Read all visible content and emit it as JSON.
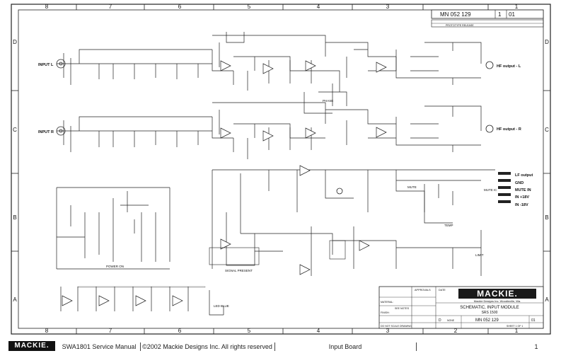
{
  "sheet": {
    "doc_number": "MN 052 129",
    "sheet_no": "1",
    "rev": "01",
    "revision_note": "PROTOTYPE RELEASE",
    "grid_cols": [
      "8",
      "7",
      "6",
      "5",
      "4",
      "3",
      "2",
      "1"
    ],
    "grid_rows": [
      "D",
      "C",
      "B",
      "A"
    ]
  },
  "inputs": {
    "left": "INPUT L",
    "right": "INPUT R"
  },
  "outputs": {
    "hf_left": "HF output - L",
    "hf_right": "HF output - R",
    "lf": "LF output",
    "gnd": "GND",
    "mute_in": "MUTE IN",
    "in_pos": "IN +18V",
    "in_neg": "IN -18V"
  },
  "labels": {
    "phase": "PHASE",
    "power_on": "POWER ON",
    "signal_present": "SIGNAL PRESENT",
    "led_blue": "LED BLUE",
    "limit": "LIMIT",
    "mute": "MUTE",
    "temp": "TEMP",
    "mute_ic": "MUTE IC"
  },
  "title_block": {
    "company": "MACKIE.",
    "company_sub": "Mackie Designs Inc. Woodinville, Wa.",
    "title": "SCHEMATIC, INPUT MODULE",
    "subtitle": "SRS 1500",
    "doc_number": "MN 052 129",
    "rev": "01",
    "size": "D",
    "scale": "NONE",
    "sheet": "SHEET 1 OF 1",
    "do_not_scale": "DO NOT SCALE DRAWING",
    "material": "MATERIAL:",
    "finish": "FINISH:",
    "see_notes": "SEE NOTES",
    "approvals": "APPROVALS",
    "date": "DATE"
  },
  "footer": {
    "brand": "MACKIE.",
    "manual": "SWA1801 Service Manual",
    "copyright": "©2002 Mackie Designs Inc. All rights reserved",
    "section": "Input Board",
    "page": "1"
  }
}
